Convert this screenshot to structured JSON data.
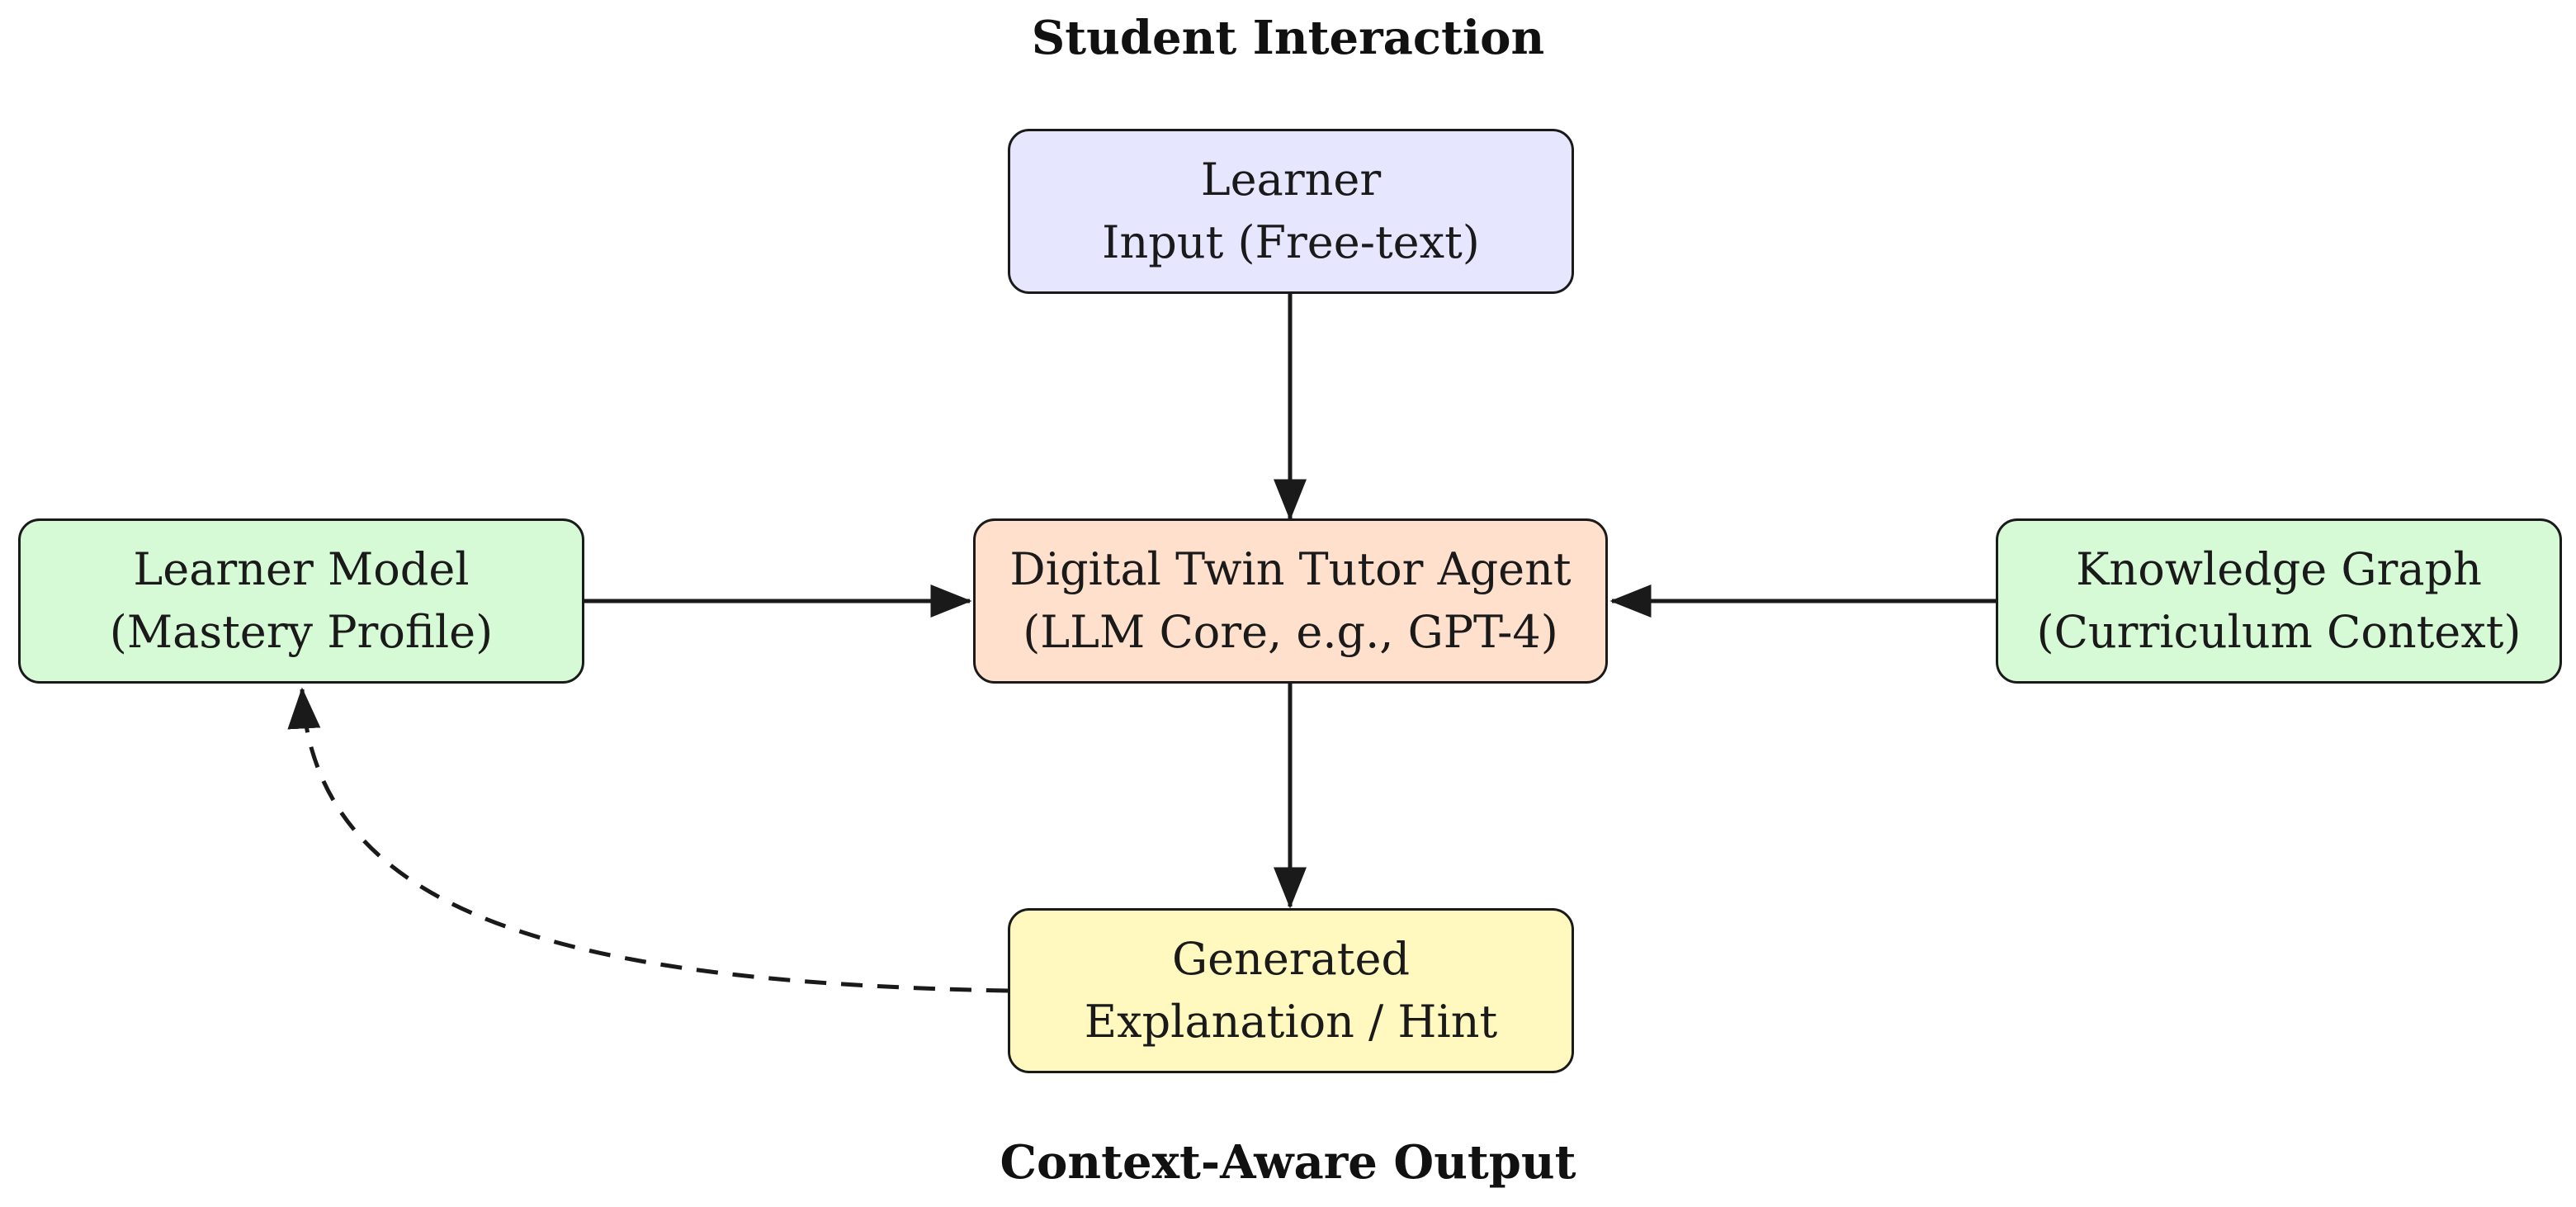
{
  "headings": {
    "top": "Student Interaction",
    "bottom": "Context-Aware Output"
  },
  "nodes": {
    "input": {
      "line1": "Learner",
      "line2": "Input (Free-text)",
      "fill": "#e6e6ff"
    },
    "tutor": {
      "line1": "Digital Twin Tutor Agent",
      "line2": "(LLM Core, e.g., GPT-4)",
      "fill": "#ffe0cc"
    },
    "learner_model": {
      "line1": "Learner Model",
      "line2": "(Mastery Profile)",
      "fill": "#d6f9d6"
    },
    "knowledge_graph": {
      "line1": "Knowledge Graph",
      "line2": "(Curriculum Context)",
      "fill": "#d6f9d6"
    },
    "output": {
      "line1": "Generated",
      "line2": "Explanation / Hint",
      "fill": "#fff9c0"
    }
  },
  "edges": [
    {
      "from": "input",
      "to": "tutor",
      "style": "solid"
    },
    {
      "from": "learner_model",
      "to": "tutor",
      "style": "solid"
    },
    {
      "from": "knowledge_graph",
      "to": "tutor",
      "style": "solid"
    },
    {
      "from": "tutor",
      "to": "output",
      "style": "solid"
    },
    {
      "from": "output",
      "to": "learner_model",
      "style": "dashed"
    }
  ],
  "colors": {
    "stroke": "#1a1a1a"
  }
}
